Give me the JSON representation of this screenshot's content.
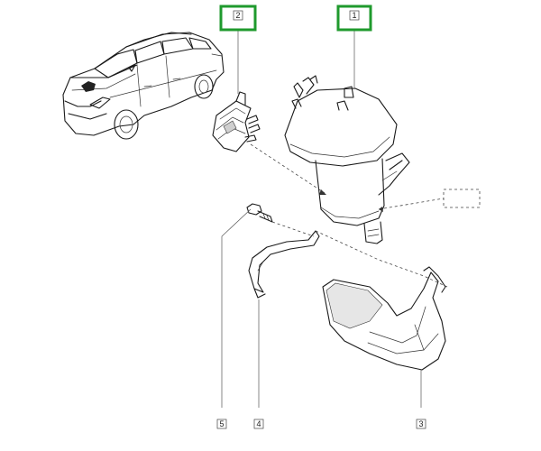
{
  "callouts": [
    {
      "id": "2",
      "label": "2",
      "highlighted": true
    },
    {
      "id": "1",
      "label": "1",
      "highlighted": true
    },
    {
      "id": "5",
      "label": "5",
      "highlighted": false
    },
    {
      "id": "4",
      "label": "4",
      "highlighted": false
    },
    {
      "id": "3",
      "label": "3",
      "highlighted": false
    }
  ],
  "colors": {
    "highlight": "#1f9a2d",
    "line": "#1a1a1a",
    "label_border": "#444444",
    "shade": "#cfcfcf"
  }
}
